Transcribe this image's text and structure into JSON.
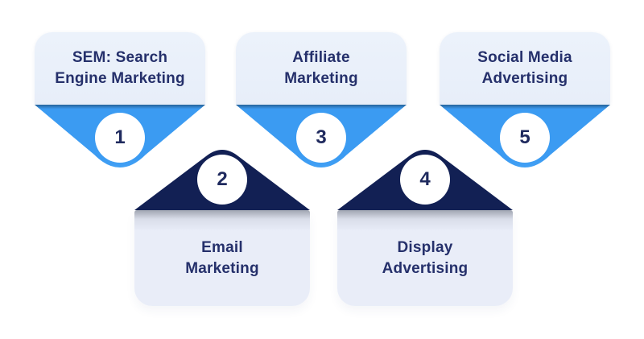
{
  "cards": [
    {
      "number": "1",
      "lines": [
        "SEM: Search",
        "Engine Marketing"
      ],
      "row": "top"
    },
    {
      "number": "2",
      "lines": [
        "Email",
        "Marketing"
      ],
      "row": "bottom"
    },
    {
      "number": "3",
      "lines": [
        "Affiliate",
        "Marketing"
      ],
      "row": "top"
    },
    {
      "number": "4",
      "lines": [
        "Display",
        "Advertising"
      ],
      "row": "bottom"
    },
    {
      "number": "5",
      "lines": [
        "Social Media",
        "Advertising"
      ],
      "row": "top"
    }
  ],
  "colors": {
    "accent_blue": "#3b9bf2",
    "accent_blue_dark": "#26639a",
    "navy": "#122054",
    "top_box_bg": "#e7eef9",
    "bottom_box_bg": "#e9edf8",
    "shadow_top": "#a0a5b1",
    "text_navy": "#25306b",
    "number_navy": "#1f2a5e",
    "circle_bg": "#ffffff",
    "page_bg": "#ffffff"
  }
}
